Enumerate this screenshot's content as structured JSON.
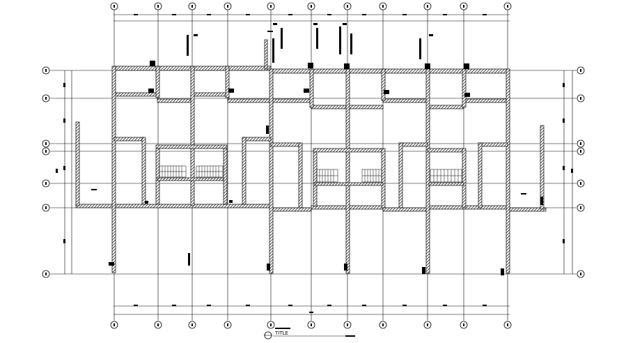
{
  "drawing": {
    "title_label": "TITLE",
    "colors": {
      "background": "#ffffff",
      "line": "#000000",
      "wall_hatch": "#000000"
    },
    "icons": {
      "grid_bubble": "circle-marker",
      "title_bubble": "circle-marker"
    }
  }
}
